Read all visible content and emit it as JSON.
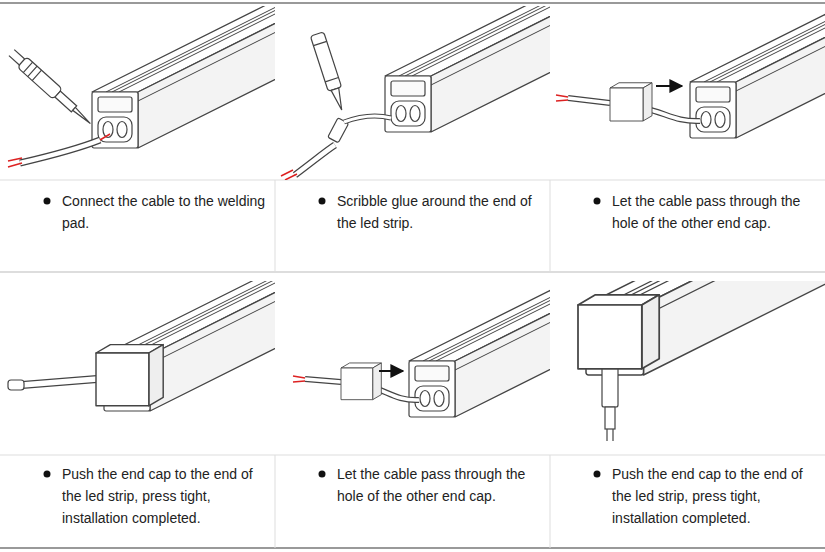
{
  "diagram": {
    "labels": [
      "Connect the cable to the welding pad.",
      "Scribble glue around the end of the led strip.",
      "Let the cable pass through the hole of the other end cap.",
      "Push the end cap to the end of the led strip, press tight, installation completed.",
      "Let the cable pass through the hole of the other end cap.",
      "Push the end cap to the end of the led strip, press tight, installation completed."
    ]
  }
}
